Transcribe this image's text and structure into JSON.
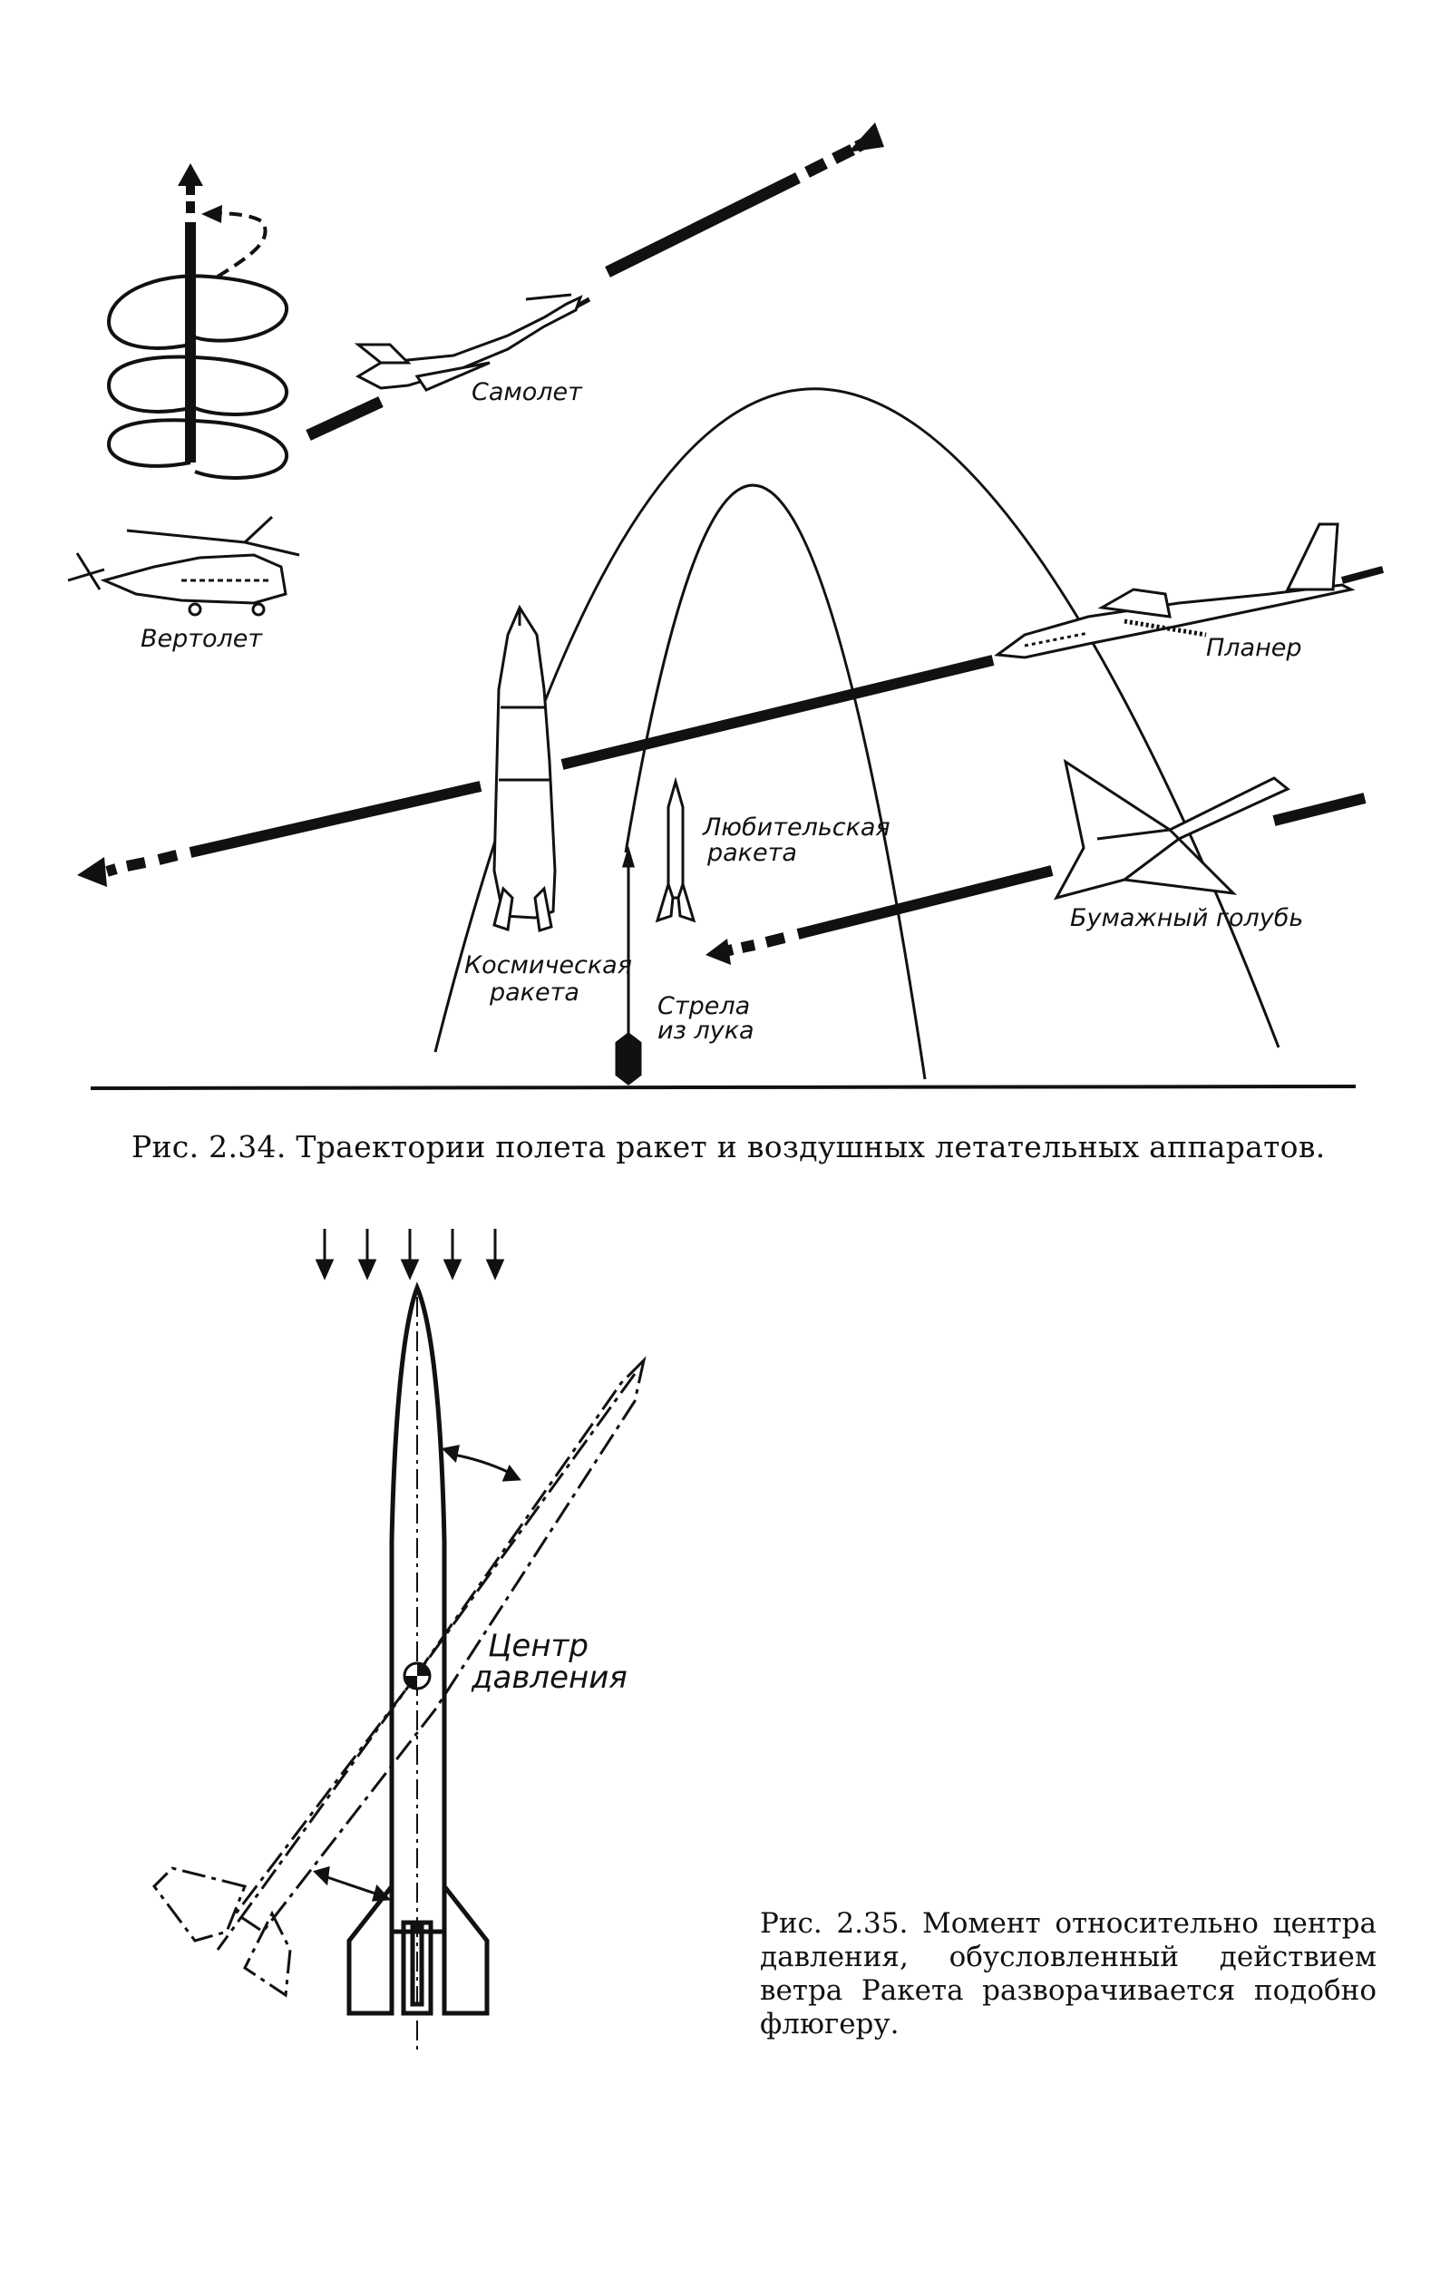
{
  "figure_234": {
    "labels": {
      "samolet": "Самолет",
      "vertolet": "Вертолет",
      "planer": "Планер",
      "kosmicheskaya_raketa_line1": "Космическая",
      "kosmicheskaya_raketa_line2": "ракета",
      "lyubitelskaya_raketa_line1": "Любительская",
      "lyubitelskaya_raketa_line2": "ракета",
      "strela_line1": "Стрела",
      "strela_line2": "из лука",
      "bumazhny_golub": "Бумажный голубь"
    },
    "caption": "Рис. 2.34. Траектории полета ракет и воздушных летательных аппаратов."
  },
  "figure_235": {
    "labels": {
      "centr_line1": "Центр",
      "centr_line2": "давления"
    },
    "caption": "Рис. 2.35. Момент относительно центра давления, обусловленный действием ветра Ракета разворачивается подобно флюгеру."
  }
}
